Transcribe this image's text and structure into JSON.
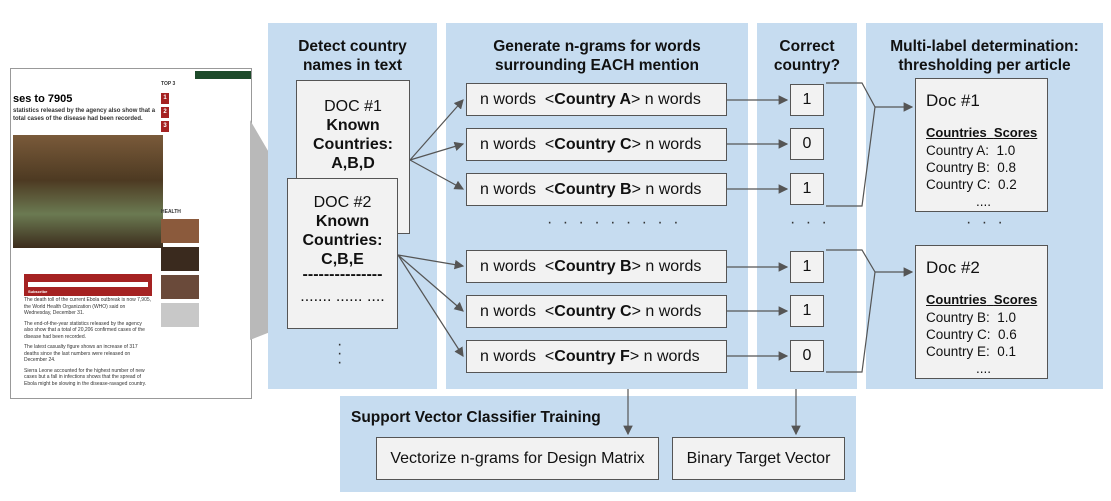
{
  "panels": {
    "detect": {
      "title_line1": "Detect country",
      "title_line2": "names in text"
    },
    "ngrams": {
      "title_line1": "Generate n-grams for words",
      "title_line2": "surrounding EACH mention"
    },
    "correct": {
      "title_line1": "Correct",
      "title_line2": "country?"
    },
    "multilabel": {
      "title_line1": "Multi-label determination:",
      "title_line2": "thresholding per article"
    },
    "svc": {
      "title": "Support Vector Classifier Training"
    }
  },
  "doc1": {
    "label": "DOC #1",
    "known1": "Known",
    "known2": "Countries:",
    "countries": "A,B,D"
  },
  "doc2": {
    "label": "DOC #2",
    "known1": "Known",
    "known2": "Countries:",
    "countries": "C,B,E",
    "dashes": "---------------",
    "dots_row": "....... ...... ...."
  },
  "ngram_rows": [
    {
      "pre": "n words  <",
      "country": "Country A",
      "post": "> n words",
      "target": "1"
    },
    {
      "pre": "n words  <",
      "country": "Country C",
      "post": "> n words",
      "target": "0"
    },
    {
      "pre": "n words  <",
      "country": "Country B",
      "post": "> n words",
      "target": "1"
    },
    {
      "pre": "n words  <",
      "country": "Country B",
      "post": "> n words",
      "target": "1"
    },
    {
      "pre": "n words  <",
      "country": "Country C",
      "post": "> n words",
      "target": "1"
    },
    {
      "pre": "n words  <",
      "country": "Country F",
      "post": "> n words",
      "target": "0"
    }
  ],
  "ellipsis": {
    "ngram": "· · · · · · · · ·",
    "target": "· · ·",
    "docs": "· · ·",
    "vertical": "·\n·\n·",
    "row": "...."
  },
  "results": [
    {
      "title": "Doc #1",
      "col1": "Countries",
      "col2": "Scores",
      "rows": [
        {
          "name": "Country A:",
          "score": "1.0"
        },
        {
          "name": "Country B:",
          "score": "0.8"
        },
        {
          "name": "Country C:",
          "score": "0.2"
        }
      ],
      "more": "...."
    },
    {
      "title": "Doc #2",
      "col1": "Countries",
      "col2": "Scores",
      "rows": [
        {
          "name": "Country B:",
          "score": "1.0"
        },
        {
          "name": "Country C:",
          "score": "0.6"
        },
        {
          "name": "Country E:",
          "score": "0.1"
        }
      ],
      "more": "...."
    }
  ],
  "svc_boxes": {
    "design": "Vectorize n-grams for Design Matrix",
    "target": "Binary Target Vector"
  },
  "article": {
    "headline": "ses to 7905",
    "subhead": "statistics released by the agency also show that a total cases of the disease had been recorded.",
    "top3": "TOP 3",
    "health": "HEALTH",
    "subscribe": "Subscribe",
    "para1": "The death toll of the current Ebola outbreak is now 7,905, the World Health Organization (WHO) said on Wednesday, December 31.",
    "para2": "The end-of-the-year statistics released by the agency also show that a total of 20,206 confirmed cases of the disease had been recorded.",
    "para3": "The latest casualty figure shows an increase of 317 deaths since the last numbers were released on December 24.",
    "para4": "Sierra Leone accounted for the highest number of new cases but a fall in infections shows that the spread of Ebola might be slowing in the disease-ravaged country."
  }
}
